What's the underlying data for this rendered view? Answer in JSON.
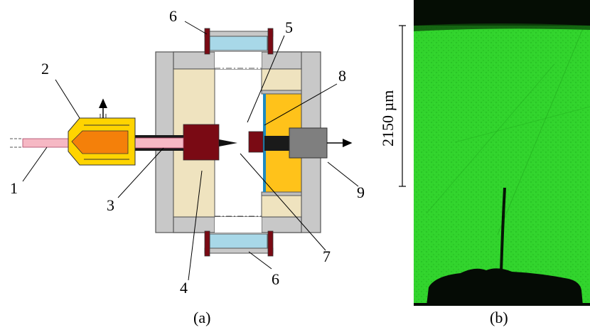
{
  "panel_a": {
    "labels": {
      "n1": "1",
      "n2": "2",
      "n3": "3",
      "n4": "4",
      "n5": "5",
      "n6_top": "6",
      "n6_bottom": "6",
      "n7": "7",
      "n8": "8",
      "n9": "9"
    },
    "caption": "(a)"
  },
  "panel_b": {
    "scale_label": "2150  µm",
    "caption": "(b)"
  },
  "colors": {
    "chamber_gray": "#c8c8c8",
    "insulator_beige": "#efe3bf",
    "window_blue": "#a8d8e8",
    "electrode_red": "#7a0a14",
    "target_yellow": "#ffc21a",
    "fiber_pink": "#f6b8c4",
    "nozzle_orange": "#f4800a",
    "camera_gray": "#7f7f7f",
    "plate_blue": "#1e8ac0",
    "image_green": "#2fd12a"
  }
}
